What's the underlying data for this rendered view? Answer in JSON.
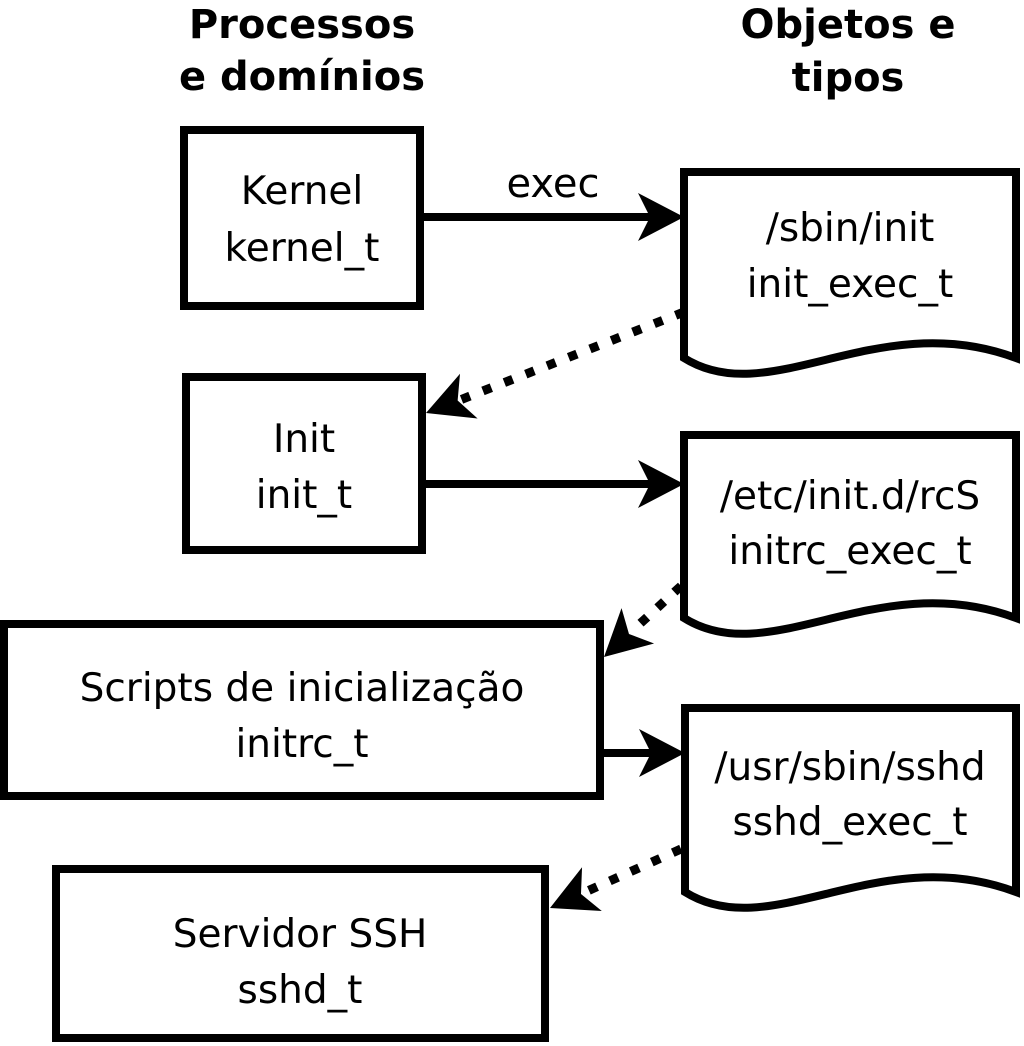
{
  "diagram": {
    "column_headers": {
      "processes": {
        "line1": "Processos",
        "line2": "e domínios"
      },
      "objects": {
        "line1": "Objetos e",
        "line2": "tipos"
      }
    },
    "process_nodes": {
      "kernel": {
        "name": "Kernel",
        "type": "kernel_t"
      },
      "init": {
        "name": "Init",
        "type": "init_t"
      },
      "initrc": {
        "name": "Scripts de inicialização",
        "type": "initrc_t"
      },
      "sshd": {
        "name": "Servidor SSH",
        "type": "sshd_t"
      }
    },
    "object_nodes": {
      "sbin_init": {
        "path": "/sbin/init",
        "type": "init_exec_t"
      },
      "etc_initd_rcs": {
        "path": "/etc/init.d/rcS",
        "type": "initrc_exec_t"
      },
      "usr_sbin_sshd": {
        "path": "/usr/sbin/sshd",
        "type": "sshd_exec_t"
      }
    },
    "edge_labels": {
      "exec": "exec"
    },
    "colors": {
      "ink": "#000000",
      "background": "#ffffff"
    }
  }
}
